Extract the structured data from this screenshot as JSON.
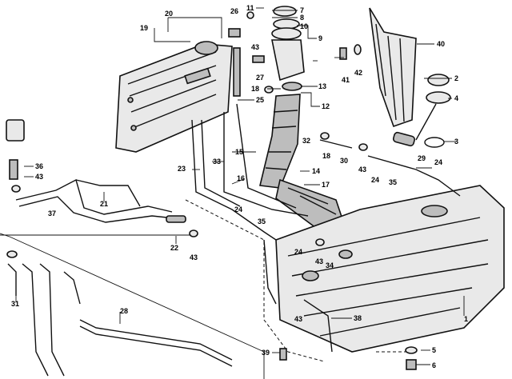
{
  "diagram": {
    "callouts": [
      {
        "id": "c1",
        "text": "1"
      },
      {
        "id": "c2",
        "text": "2"
      },
      {
        "id": "c3",
        "text": "3"
      },
      {
        "id": "c4",
        "text": "4"
      },
      {
        "id": "c5",
        "text": "5"
      },
      {
        "id": "c6",
        "text": "6"
      },
      {
        "id": "c7",
        "text": "7"
      },
      {
        "id": "c8",
        "text": "8"
      },
      {
        "id": "c9",
        "text": "9"
      },
      {
        "id": "c10",
        "text": "10"
      },
      {
        "id": "c11",
        "text": "11"
      },
      {
        "id": "c12",
        "text": "12"
      },
      {
        "id": "c13",
        "text": "13"
      },
      {
        "id": "c14",
        "text": "14"
      },
      {
        "id": "c15",
        "text": "15"
      },
      {
        "id": "c16",
        "text": "16"
      },
      {
        "id": "c17",
        "text": "17"
      },
      {
        "id": "c18a",
        "text": "18"
      },
      {
        "id": "c18b",
        "text": "18"
      },
      {
        "id": "c19",
        "text": "19"
      },
      {
        "id": "c20",
        "text": "20"
      },
      {
        "id": "c21",
        "text": "21"
      },
      {
        "id": "c22",
        "text": "22"
      },
      {
        "id": "c23",
        "text": "23"
      },
      {
        "id": "c24a",
        "text": "24"
      },
      {
        "id": "c24b",
        "text": "24"
      },
      {
        "id": "c24c",
        "text": "24"
      },
      {
        "id": "c24d",
        "text": "24"
      },
      {
        "id": "c25",
        "text": "25"
      },
      {
        "id": "c26",
        "text": "26"
      },
      {
        "id": "c27",
        "text": "27"
      },
      {
        "id": "c28",
        "text": "28"
      },
      {
        "id": "c29",
        "text": "29"
      },
      {
        "id": "c30",
        "text": "30"
      },
      {
        "id": "c31",
        "text": "31"
      },
      {
        "id": "c32",
        "text": "32"
      },
      {
        "id": "c33",
        "text": "33"
      },
      {
        "id": "c34",
        "text": "34"
      },
      {
        "id": "c35a",
        "text": "35"
      },
      {
        "id": "c35b",
        "text": "35"
      },
      {
        "id": "c36",
        "text": "36"
      },
      {
        "id": "c37",
        "text": "37"
      },
      {
        "id": "c38",
        "text": "38"
      },
      {
        "id": "c39",
        "text": "39"
      },
      {
        "id": "c40",
        "text": "40"
      },
      {
        "id": "c41",
        "text": "41"
      },
      {
        "id": "c42",
        "text": "42"
      },
      {
        "id": "c43a",
        "text": "43"
      },
      {
        "id": "c43b",
        "text": "43"
      },
      {
        "id": "c43c",
        "text": "43"
      },
      {
        "id": "c43d",
        "text": "43"
      },
      {
        "id": "c43e",
        "text": "43"
      },
      {
        "id": "c43f",
        "text": "43"
      }
    ]
  }
}
